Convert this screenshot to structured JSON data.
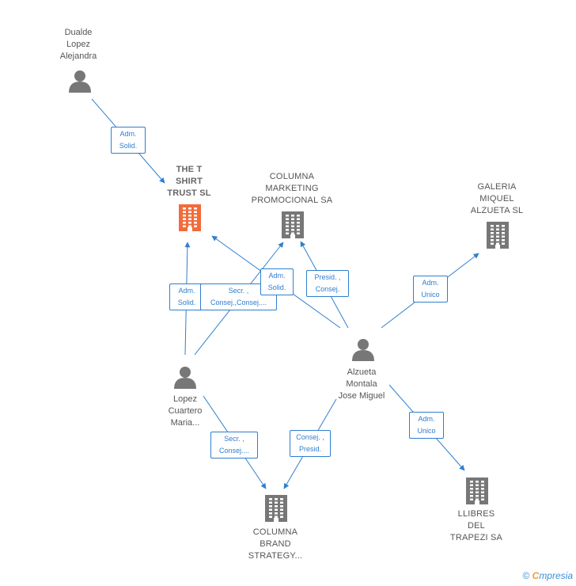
{
  "colors": {
    "accent": "#2f7fd0",
    "focus_company": "#f26b3a",
    "company": "#777777",
    "person": "#777777"
  },
  "nodes": [
    {
      "id": "dualde",
      "type": "person",
      "label": "Dualde\nLopez\nAlejandra"
    },
    {
      "id": "tshirt",
      "type": "company",
      "focus": true,
      "label": "THE T\nSHIRT\nTRUST SL"
    },
    {
      "id": "columna_mkt",
      "type": "company",
      "label": "COLUMNA\nMARKETING\nPROMOCIONAL SA"
    },
    {
      "id": "galeria",
      "type": "company",
      "label": "GALERIA\nMIQUEL\nALZUETA SL"
    },
    {
      "id": "lopez",
      "type": "person",
      "label": "Lopez\nCuartero\nMaria..."
    },
    {
      "id": "alzueta",
      "type": "person",
      "label": "Alzueta\nMontala\nJose Miguel"
    },
    {
      "id": "columna_brand",
      "type": "company",
      "label": "COLUMNA\nBRAND\nSTRATEGY..."
    },
    {
      "id": "llibres",
      "type": "company",
      "label": "LLIBRES\nDEL\nTRAPEZI SA"
    }
  ],
  "edges": [
    {
      "from": "dualde",
      "to": "tshirt",
      "label": "Adm.\nSolid."
    },
    {
      "from": "lopez",
      "to": "tshirt",
      "label": "Adm.\nSolid."
    },
    {
      "from": "lopez",
      "to": "columna_mkt",
      "label": "Secr. ,\nConsej.,Consej...."
    },
    {
      "from": "alzueta",
      "to": "tshirt",
      "label": "Adm.\nSolid."
    },
    {
      "from": "alzueta",
      "to": "columna_mkt",
      "label": "Presid. ,\nConsej."
    },
    {
      "from": "alzueta",
      "to": "galeria",
      "label": "Adm.\nUnico"
    },
    {
      "from": "lopez",
      "to": "columna_brand",
      "label": "Secr. ,\nConsej...."
    },
    {
      "from": "alzueta",
      "to": "columna_brand",
      "label": "Consej. ,\nPresid."
    },
    {
      "from": "alzueta",
      "to": "llibres",
      "label": "Adm.\nUnico"
    }
  ],
  "footer": {
    "copyright": "©",
    "brand_first": "C",
    "brand_rest": "mpresia"
  }
}
